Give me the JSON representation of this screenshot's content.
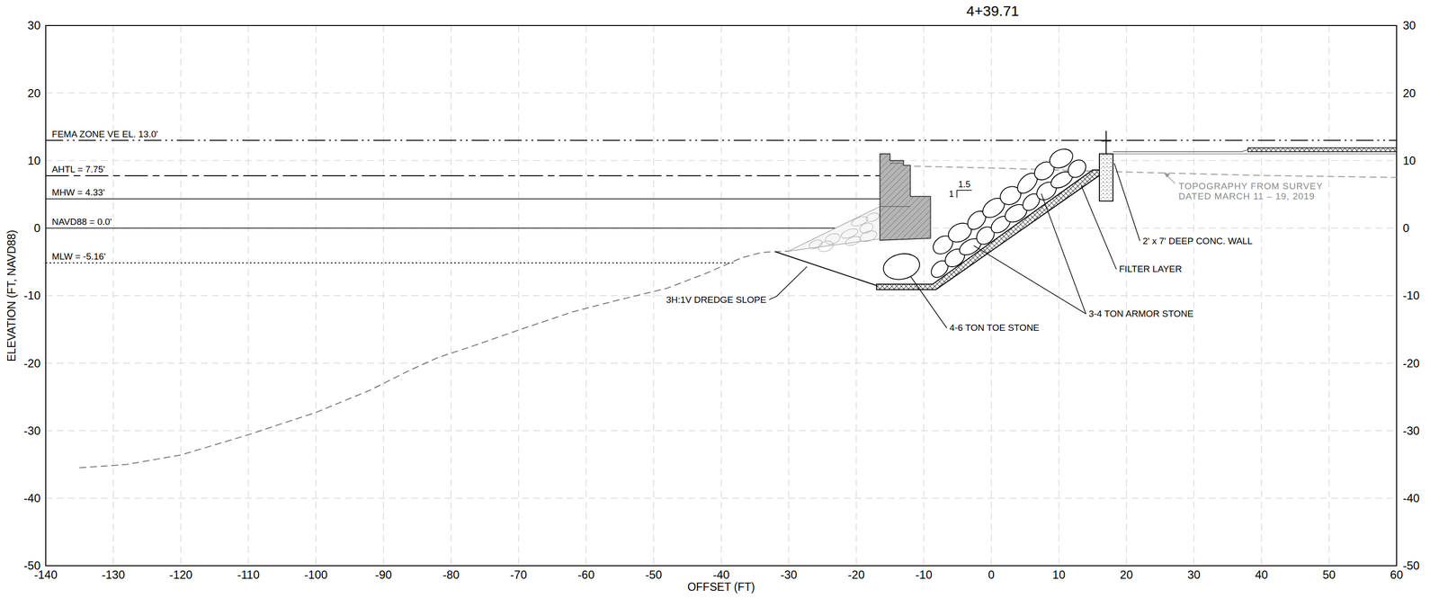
{
  "diagram": {
    "title": "4+39.71",
    "labels": [
      "FEMA ZONE VE EL. 13.0'",
      "AHTL = 7.75'",
      "MHW = 4.33'",
      "NAVD88 = 0.0'",
      "MLW = -5.16'",
      "1.5",
      "1",
      "TOPOGRAPHY FROM SURVEY DATED MARCH 11 – 19, 2019",
      "2' x 7' DEEP CONC. WALL",
      "FILTER LAYER",
      "3H:1V DREDGE SLOPE",
      "3-4 TON ARMOR STONE",
      "4-6 TON TOE STONE",
      "ELEVATION (FT, NAVD88)",
      "OFFSET (FT)",
      "30",
      "20",
      "10",
      "0",
      "-10",
      "-20",
      "-30",
      "-40",
      "-50",
      "30",
      "20",
      "10",
      "0",
      "-10",
      "-20",
      "-30",
      "-40",
      "-50",
      "-140",
      "-130",
      "-120",
      "-110",
      "-100",
      "-90",
      "-80",
      "-70",
      "-60",
      "-50",
      "-40",
      "-30",
      "-20",
      "-10",
      "0",
      "10",
      "20",
      "30",
      "40",
      "50",
      "60"
    ]
  }
}
